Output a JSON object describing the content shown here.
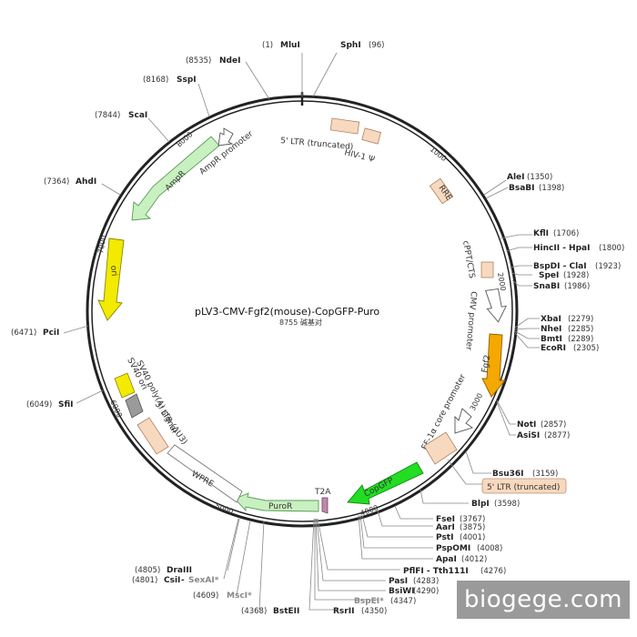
{
  "title": "pLV3-CMV-Fgf2(mouse)-CopGFP-Puro",
  "subtitle": "8755 碱基对",
  "watermark": "biogege.com",
  "colors": {
    "backbone": "#222222",
    "amp": "#c8f0c0",
    "ori": "#f2ea00",
    "promoter": "#ffffff",
    "fgf2": "#f4a800",
    "copgfp": "#22dd22",
    "puro": "#c8f0c0",
    "ltr": "#f7d9bf",
    "t2a": "#c08aa8",
    "sv40ori": "#9a9a9a"
  },
  "sites": [
    {
      "name": "MluI",
      "pos": "(1)"
    },
    {
      "name": "SphI",
      "pos": "(96)"
    },
    {
      "name": "NdeI",
      "pos": "(8535)"
    },
    {
      "name": "SspI",
      "pos": "(8168)"
    },
    {
      "name": "ScaI",
      "pos": "(7844)"
    },
    {
      "name": "AhdI",
      "pos": "(7364)"
    },
    {
      "name": "PciI",
      "pos": "(6471)"
    },
    {
      "name": "SfiI",
      "pos": "(6049)"
    },
    {
      "name": "AleI",
      "pos": "(1350)"
    },
    {
      "name": "BsaBI",
      "pos": "(1398)"
    },
    {
      "name": "KflI",
      "pos": "(1706)"
    },
    {
      "name": "HincII - HpaI",
      "pos": "(1800)"
    },
    {
      "name": "BspDI - ClaI",
      "pos": "(1923)"
    },
    {
      "name": "SpeI",
      "pos": "(1928)"
    },
    {
      "name": "SnaBI",
      "pos": "(1986)"
    },
    {
      "name": "XbaI",
      "pos": "(2279)"
    },
    {
      "name": "NheI",
      "pos": "(2285)"
    },
    {
      "name": "BmtI",
      "pos": "(2289)"
    },
    {
      "name": "EcoRI",
      "pos": "(2305)"
    },
    {
      "name": "NotI",
      "pos": "(2857)"
    },
    {
      "name": "AsiSI",
      "pos": "(2877)"
    },
    {
      "name": "Bsu36I",
      "pos": "(3159)"
    },
    {
      "name": "BlpI",
      "pos": "(3598)"
    },
    {
      "name": "FseI",
      "pos": "(3767)"
    },
    {
      "name": "AarI",
      "pos": "(3875)"
    },
    {
      "name": "PstI",
      "pos": "(4001)"
    },
    {
      "name": "PspOMI",
      "pos": "(4008)"
    },
    {
      "name": "ApaI",
      "pos": "(4012)"
    },
    {
      "name": "PflFI - Tth111I",
      "pos": "(4276)"
    },
    {
      "name": "PasI",
      "pos": "(4283)"
    },
    {
      "name": "BsiWI",
      "pos": "(4290)"
    },
    {
      "name": "BspEI*",
      "pos": "(4347)"
    },
    {
      "name": "RsrII",
      "pos": "(4350)"
    },
    {
      "name": "BstEII",
      "pos": "(4368)"
    },
    {
      "name": "MscI*",
      "pos": "(4609)"
    },
    {
      "name": "DraIII",
      "pos": "(4805)"
    },
    {
      "name": "CsiI",
      "pos": "(4801)"
    },
    {
      "name": "SexAI*",
      "pos": ""
    }
  ],
  "features": {
    "ltr5_top": "5' LTR (truncated)",
    "hiv_psi": "HIV-1 Ψ",
    "rre": "RRE",
    "cppt": "cPPT/CTS",
    "cmv": "CMV promoter",
    "fgf2": "Fgf2",
    "ef1a": "EF-1α core promoter",
    "ltr5_box": "5' LTR (truncated)",
    "copgfp": "CopGFP",
    "t2a": "T2A",
    "puror": "PuroR",
    "wpre": "WPRE",
    "ltr3": "3' LTR (ΔU3)",
    "sv40polya": "SV40 poly(A) signal",
    "sv40ori": "SV40 ori",
    "ori": "ori",
    "ampr": "AmpR",
    "ampr_promoter": "AmpR promoter"
  },
  "ticks": [
    "1000",
    "2000",
    "3000",
    "4000",
    "5000",
    "6000",
    "7000",
    "8000"
  ]
}
